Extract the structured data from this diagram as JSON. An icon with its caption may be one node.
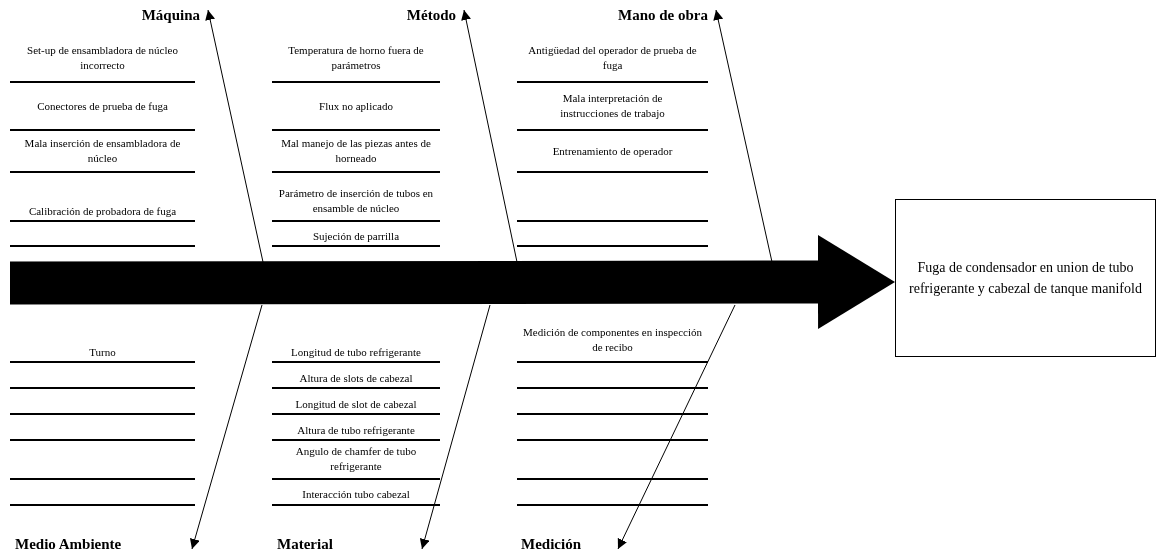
{
  "diagram": {
    "nodes": [
      {
        "text": [
          "Máquina"
        ]
      },
      {
        "text": [
          "Método"
        ]
      },
      {
        "text": [
          "Mano de obra"
        ]
      },
      {
        "text": [
          "Medio Ambiente"
        ]
      },
      {
        "text": [
          "Material"
        ]
      },
      {
        "text": [
          "Medición"
        ]
      },
      {
        "text": [
          "Fuga de condensador en union de tubo refrigerante y cabezal de tanque manifold"
        ]
      }
    ],
    "edges": [
      {
        "from": null,
        "to": 0,
        "arrow": "to"
      },
      {
        "from": null,
        "to": 1,
        "arrow": "to"
      },
      {
        "from": null,
        "to": 2,
        "arrow": "to"
      },
      {
        "from": null,
        "to": 3,
        "arrow": "to"
      },
      {
        "from": null,
        "to": 4,
        "arrow": "to"
      },
      {
        "from": null,
        "to": 5,
        "arrow": "to"
      },
      {
        "from": null,
        "to": 6,
        "arrow": "to",
        "style": "thick"
      }
    ],
    "labels": [
      "Set-up de ensambladora de núcleo incorrecto",
      "Conectores de prueba de fuga",
      "Mala inserción de ensambladora de núcleo",
      "Calibración de probadora de fuga",
      "Temperatura de horno fuera de parámetros",
      "Flux no aplicado",
      "Mal manejo de las piezas antes de horneado",
      "Parámetro de inserción de tubos en ensamble de núcleo",
      "Sujeción de parrilla",
      "Antigüedad del operador de prueba de fuga",
      "Mala interpretación de instrucciones de trabajo",
      "Entrenamiento de operador",
      "Turno",
      "Longitud de tubo refrigerante",
      "Altura de slots de cabezal",
      "Longitud de slot de cabezal",
      "Altura de tubo refrigerante",
      "Angulo de chamfer de tubo refrigerante",
      "Interacción tubo cabezal",
      "Medición de componentes en inspección de recibo"
    ]
  }
}
